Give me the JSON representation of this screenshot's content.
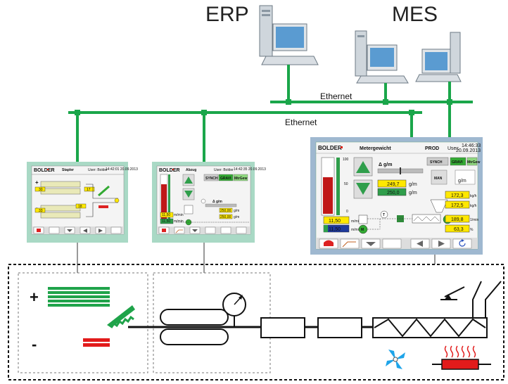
{
  "labels": {
    "erp": "ERP",
    "mes": "MES",
    "ethernet_top": "Ethernet",
    "ethernet_main": "Ethernet",
    "plus": "+",
    "minus": "-"
  },
  "panel_stapler": {
    "brand": "BOLDER",
    "title": "Stapler",
    "user": "User: Bolder",
    "datetime": "14:42:01 20.09.2013",
    "plus": "+",
    "minus": "-",
    "count_top": "30",
    "count_top2": "17",
    "count_bottom": "33",
    "count_bottom2": "18"
  },
  "panel_abzug": {
    "brand": "BOLDER",
    "title": "Abzug",
    "user": "User: Bolder",
    "datetime": "14:42:35 20.09.2013",
    "synch": "SYNCH",
    "gravi": "GRAVI",
    "mtrgew": "MtrGew",
    "dgm": "Δ g/m",
    "v1": "250,00",
    "v1u": "g/m",
    "v2": "250,00",
    "v2u": "g/m",
    "speed1": "11,50",
    "speed1u": "m/min",
    "speed2": "11,50",
    "speed2u": "m/min"
  },
  "panel_metergewicht": {
    "brand": "BOLDER",
    "title": "Metergewicht",
    "mode": "PROD",
    "user": "User:",
    "time": "14:46:33",
    "date": "20.09.2013",
    "scale_100": "100",
    "scale_50": "50",
    "scale_0": "0",
    "dgm": "Δ g/m",
    "synch": "SYNCH",
    "gravi": "GRAVI",
    "mtrgew": "MtrGew",
    "man": "MAN",
    "gm_btn": "g/m",
    "val1": "249,7",
    "val1u": "g/m",
    "val2": "250,0",
    "val2u": "g/m",
    "speed_top": "11,50",
    "speed_top_u": "m/min",
    "speed_bot": "11,50",
    "speed_bot_u": "m/min",
    "r1": "172,3",
    "r1u": "kg/h",
    "r2": "172,5",
    "r2u": "kg/h",
    "r3": "189,8",
    "r3u": "1/min",
    "r4": "63,3",
    "r4u": "%",
    "t_label": "T",
    "m_label": "M"
  },
  "colors": {
    "ethernet": "#1aa64a",
    "panel_frame": "#a9d9c5",
    "panel_frame_right": "#9fb8d0",
    "screen_bg": "#f4f4f4",
    "yellow": "#ffe800",
    "green_btn": "#2f9e4b",
    "red_bar": "#c01818",
    "dash": "#111111"
  }
}
